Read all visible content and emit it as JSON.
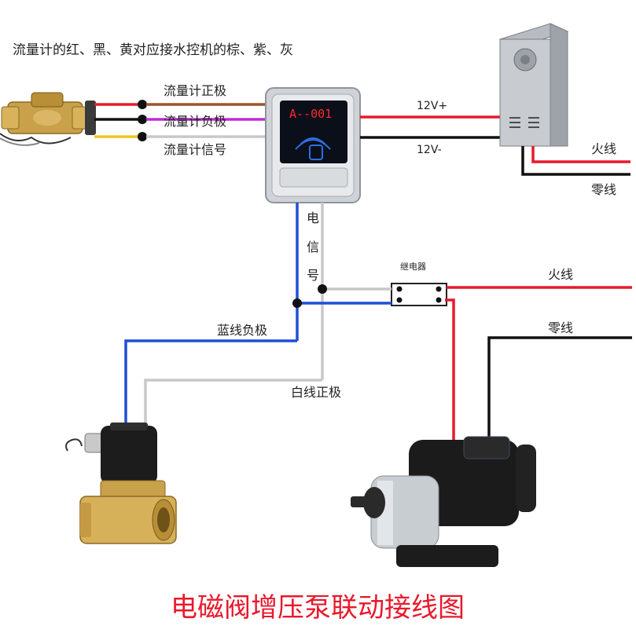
{
  "header_note": "流量计的红、黑、黄对应接水控机的棕、紫、灰",
  "flowmeter_labels": {
    "positive": "流量计正极",
    "negative": "流量计负极",
    "signal": "流量计信号"
  },
  "controller": {
    "display": "A--001"
  },
  "power": {
    "plus": "12V+",
    "minus": "12V-",
    "live": "火线",
    "neutral": "零线"
  },
  "signal_vertical": [
    "电",
    "信",
    "号"
  ],
  "relay_label": "继电器",
  "pump_lines": {
    "live": "火线",
    "neutral": "零线"
  },
  "valve_lines": {
    "blue_negative": "蓝线负极",
    "white_positive": "白线正极"
  },
  "diagram_title": "电磁阀增压泵联动接线图",
  "colors": {
    "red_wire": "#e8192c",
    "black_wire": "#111111",
    "yellow_wire": "#f3c21b",
    "brown_wire": "#a0522d",
    "purple_wire": "#c02bd6",
    "gray_wire": "#c8c8c8",
    "blue_wire": "#1f4fd6",
    "title": "#e8192c"
  }
}
